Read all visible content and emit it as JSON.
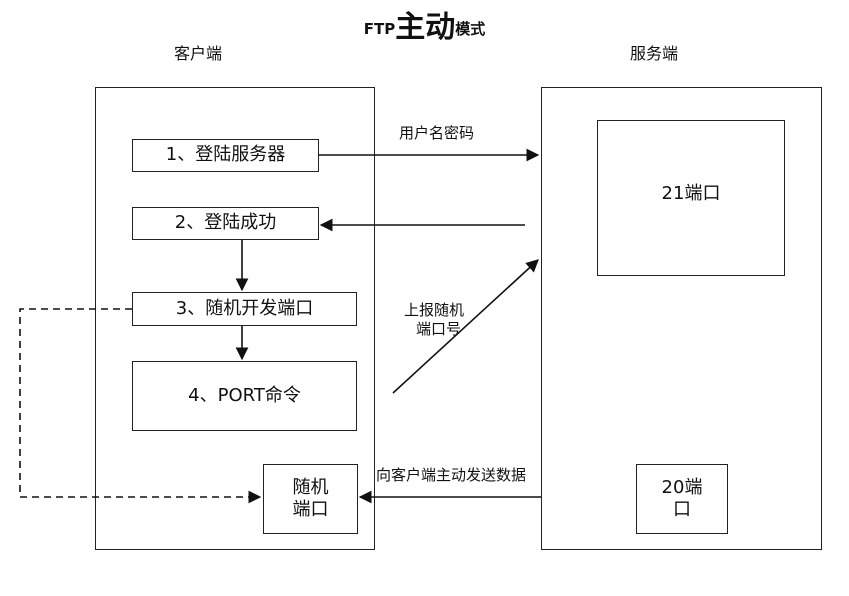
{
  "title": {
    "prefix": "FTP",
    "main": "主动",
    "suffix": "模式"
  },
  "client": {
    "label": "客户端",
    "steps": [
      "1、登陆服务器",
      "2、登陆成功",
      "3、随机开发端口",
      "4、PORT命令"
    ],
    "random_port": [
      "随机",
      "端口"
    ]
  },
  "server": {
    "label": "服务端",
    "port21": "21端口",
    "port20": [
      "20端",
      "口"
    ]
  },
  "arrow_labels": {
    "username_password": "用户名密码",
    "report_port": [
      "上报随机",
      "端口号"
    ],
    "send_data": "向客户端主动发送数据"
  }
}
